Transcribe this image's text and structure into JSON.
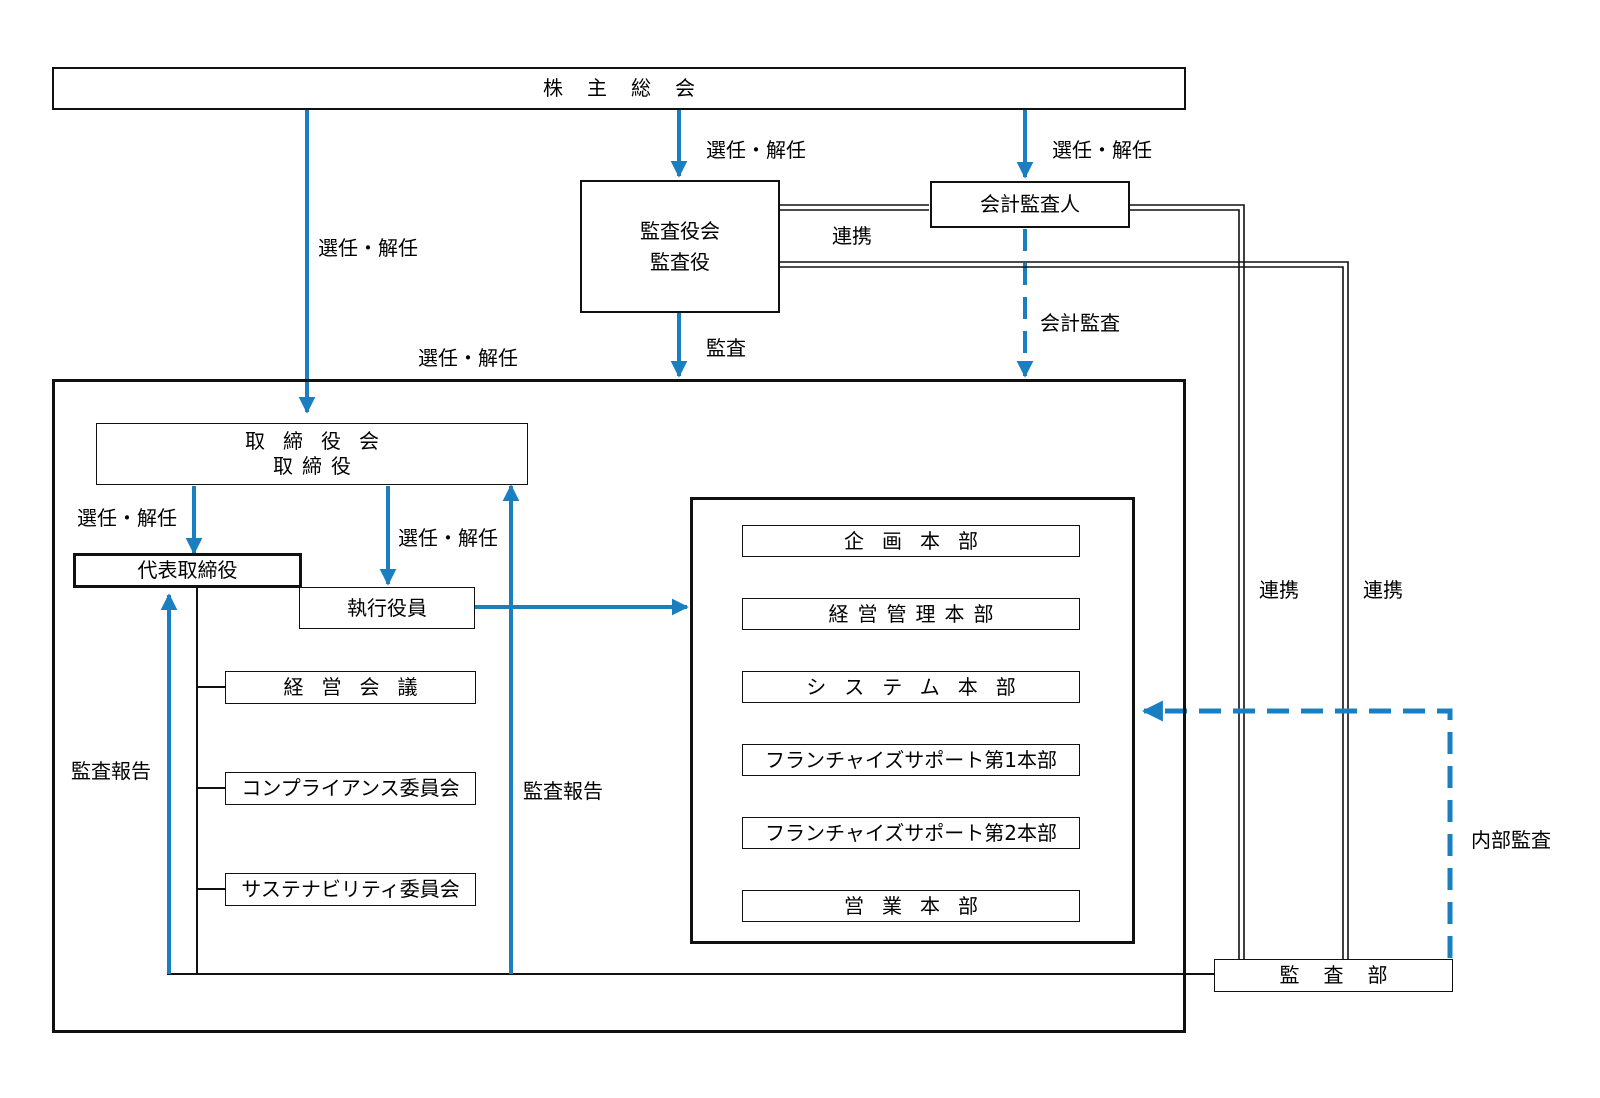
{
  "nodes": {
    "shareholders_meeting": "株主総会",
    "audit_board_line1": "監査役会",
    "audit_board_line2": "監査役",
    "accounting_auditor": "会計監査人",
    "board_line1": "取締役会",
    "board_line2": "取締役",
    "representative_director": "代表取締役",
    "executive_officers": "執行役員",
    "management_meeting": "経営会議",
    "compliance_committee": "コンプライアンス委員会",
    "sustainability_committee": "サステナビリティ委員会",
    "audit_department": "監査部"
  },
  "divisions": [
    "企画本部",
    "経営管理本部",
    "システム本部",
    "フランチャイズサポート第1本部",
    "フランチャイズサポート第2本部",
    "営業本部"
  ],
  "edge_labels": {
    "elect_dismiss": "選任・解任",
    "cooperation": "連携",
    "accounting_audit": "会計監査",
    "audit": "監査",
    "audit_report": "監査報告",
    "internal_audit": "内部監査"
  },
  "colors": {
    "arrow_blue": "#1a7fc1",
    "line_black": "#111111"
  }
}
